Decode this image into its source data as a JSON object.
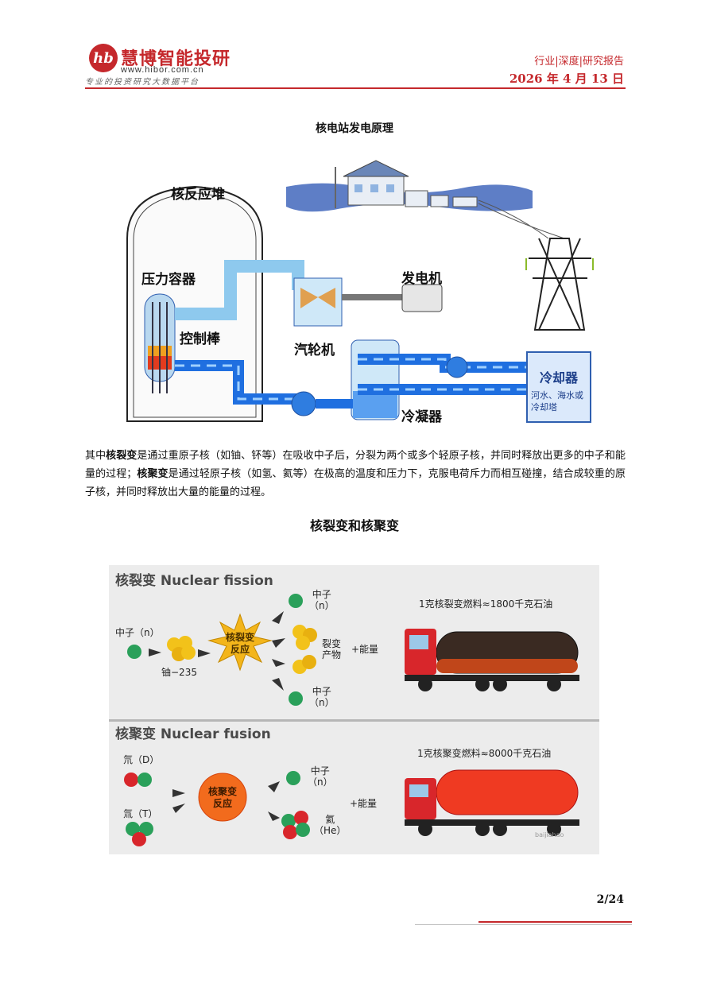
{
  "header": {
    "logo_mark": "hb",
    "logo_name": "慧博智能投研",
    "logo_url": "www.hibor.com.cn",
    "logo_slogan": "专业的投资研究大数据平台",
    "report_type": "行业|深度|研究报告",
    "date": "2026 年 4 月 13 日"
  },
  "figure1": {
    "title": "核电站发电原理",
    "labels": {
      "reactor": "核反应堆",
      "pressure_vessel": "压力容器",
      "control_rod": "控制棒",
      "turbine": "汽轮机",
      "generator": "发电机",
      "cooler": "冷却器",
      "cooler_sub": "河水、海水或冷却塔",
      "condenser": "冷凝器"
    }
  },
  "paragraph": {
    "p1": "其中",
    "term1": "核裂变",
    "p2": "是通过重原子核（如铀、钚等）在吸收中子后，分裂为两个或多个轻原子核，并同时释放出更多的中子和能量的过程；",
    "term2": "核聚变",
    "p3": "是通过轻原子核（如氢、氦等）在极高的温度和压力下，克服电荷斥力而相互碰撞，结合成较重的原子核，并同时释放出大量的能量的过程。"
  },
  "figure2": {
    "title": "核裂变和核聚变",
    "fission": {
      "title": "核裂变 Nuclear fission",
      "neutron_in": "中子（n）",
      "uranium": "铀−235",
      "reaction": [
        "核裂变",
        "反应"
      ],
      "neutron_out1": [
        "中子",
        "（n）"
      ],
      "products": [
        "裂变",
        "产物"
      ],
      "energy": "+能量",
      "neutron_out2": [
        "中子",
        "（n）"
      ],
      "equivalence": "1克核裂变燃料≈1800千克石油"
    },
    "fusion": {
      "title": "核聚变 Nuclear fusion",
      "deuterium": "氘（D）",
      "tritium": "氚（T）",
      "reaction": [
        "核聚变",
        "反应"
      ],
      "neutron_out": [
        "中子",
        "（n）"
      ],
      "helium": [
        "氦",
        "（He）"
      ],
      "energy": "+能量",
      "equivalence": "1克核聚变燃料≈8000千克石油"
    },
    "watermark": "baijiahao"
  },
  "footer": {
    "page": "2/24"
  },
  "colors": {
    "brand_red": "#c5282c",
    "water_blue": "#2f6fd6",
    "truck_red": "#d8262b"
  }
}
